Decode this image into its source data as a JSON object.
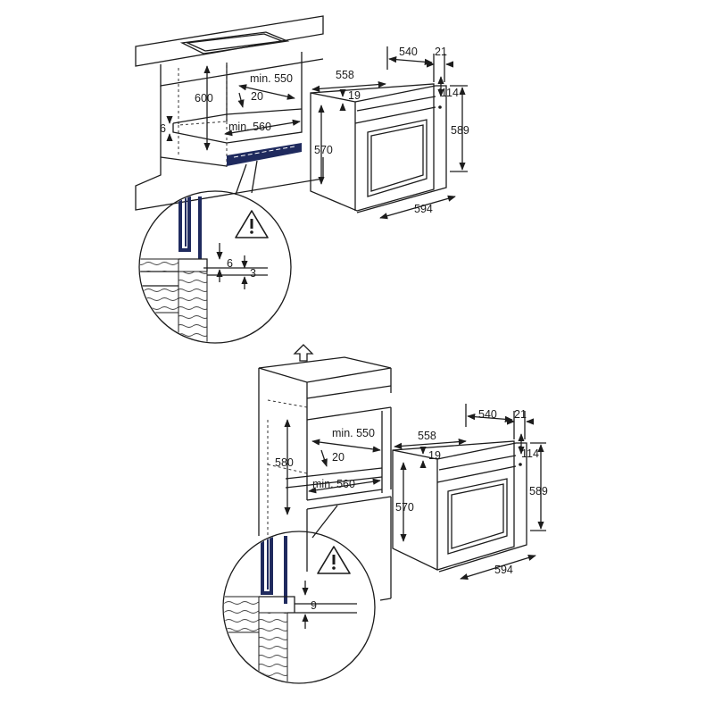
{
  "top_diagram": {
    "cabinet_labels": {
      "height_600": "600",
      "gap_6": "6",
      "min_width_550": "min. 550",
      "depth_20": "20",
      "min_depth_560": "min. 560"
    },
    "oven_labels": {
      "depth_540": "540",
      "front_21": "21",
      "width_558": "558",
      "top_19": "19",
      "panel_114": "114",
      "height_570": "570",
      "height_589": "589",
      "width_594": "594"
    },
    "detail_labels": {
      "gap_6": "6",
      "gap_3": "3"
    }
  },
  "bottom_diagram": {
    "cabinet_labels": {
      "height_580": "580",
      "min_width_550": "min. 550",
      "depth_20": "20",
      "min_depth_560": "min. 560"
    },
    "oven_labels": {
      "depth_540": "540",
      "front_21": "21",
      "width_558": "558",
      "top_19": "19",
      "panel_114": "114",
      "height_570": "570",
      "height_589": "589",
      "width_594": "594"
    },
    "detail_labels": {
      "gap_9": "9"
    }
  },
  "icons": [
    "warning-triangle-icon",
    "arrow-up-icon"
  ]
}
